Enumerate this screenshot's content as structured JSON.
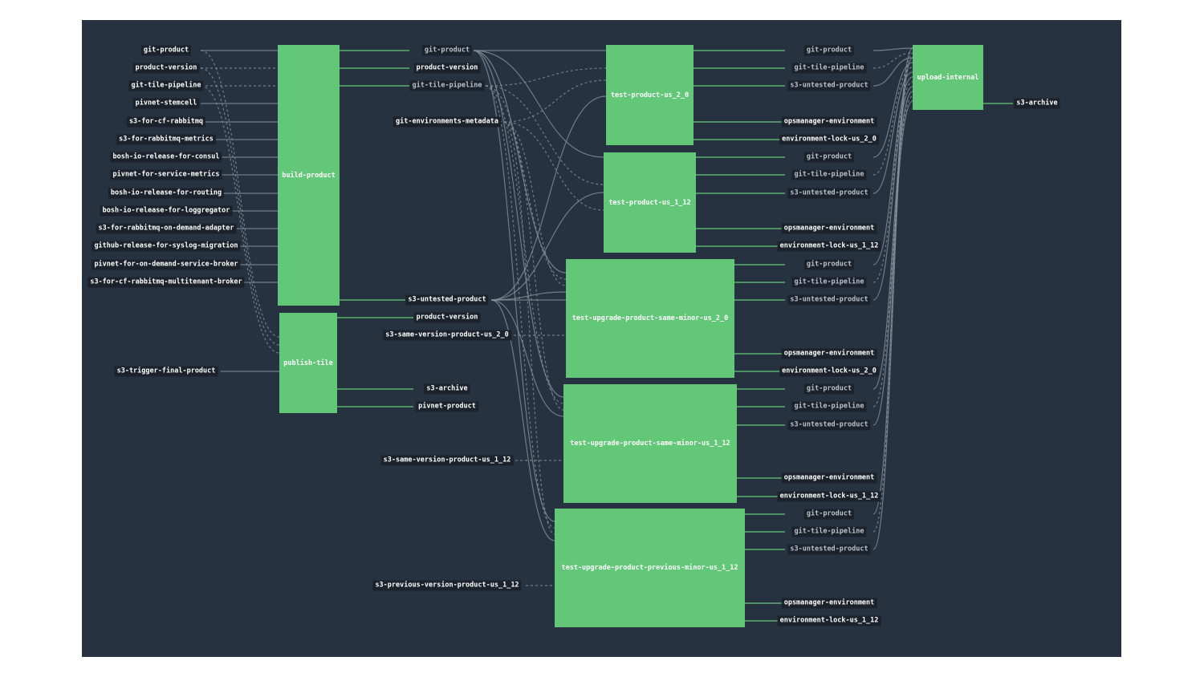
{
  "jobs": {
    "build_product": "build-product",
    "publish_tile": "publish-tile",
    "test_us_2_0": "test-product-us_2_0",
    "test_us_1_12": "test-product-us_1_12",
    "upgrade_same_2_0": "test-upgrade-product-same-minor-us_2_0",
    "upgrade_same_1_12": "test-upgrade-product-same-minor-us_1_12",
    "upgrade_prev_1_12": "test-upgrade-product-previous-minor-us_1_12",
    "upload_internal": "upload-internal"
  },
  "resources": [
    {
      "id": "r0",
      "text": "git-product",
      "style": "in"
    },
    {
      "id": "r1",
      "text": "product-version",
      "style": "in"
    },
    {
      "id": "r2",
      "text": "git-tile-pipeline",
      "style": "in"
    },
    {
      "id": "r3",
      "text": "pivnet-stemcell",
      "style": "in"
    },
    {
      "id": "r4",
      "text": "s3-for-cf-rabbitmq",
      "style": "in"
    },
    {
      "id": "r5",
      "text": "s3-for-rabbitmq-metrics",
      "style": "in"
    },
    {
      "id": "r6",
      "text": "bosh-io-release-for-consul",
      "style": "in"
    },
    {
      "id": "r7",
      "text": "pivnet-for-service-metrics",
      "style": "in"
    },
    {
      "id": "r8",
      "text": "bosh-io-release-for-routing",
      "style": "in"
    },
    {
      "id": "r9",
      "text": "bosh-io-release-for-loggregator",
      "style": "in"
    },
    {
      "id": "r10",
      "text": "s3-for-rabbitmq-on-demand-adapter",
      "style": "in"
    },
    {
      "id": "r11",
      "text": "github-release-for-syslog-migration",
      "style": "in"
    },
    {
      "id": "r12",
      "text": "pivnet-for-on-demand-service-broker",
      "style": "in"
    },
    {
      "id": "r13",
      "text": "s3-for-cf-rabbitmq-multitenant-broker",
      "style": "in"
    },
    {
      "id": "r14",
      "text": "s3-trigger-final-product",
      "style": "in"
    },
    {
      "id": "r15",
      "text": "git-product",
      "style": "dim"
    },
    {
      "id": "r16",
      "text": "product-version",
      "style": "in"
    },
    {
      "id": "r17",
      "text": "git-tile-pipeline",
      "style": "dim"
    },
    {
      "id": "r18",
      "text": "git-environments-metadata",
      "style": "in"
    },
    {
      "id": "r19",
      "text": "s3-untested-product",
      "style": "in"
    },
    {
      "id": "r20",
      "text": "product-version",
      "style": "in"
    },
    {
      "id": "r21",
      "text": "s3-same-version-product-us_2_0",
      "style": "in"
    },
    {
      "id": "r22",
      "text": "s3-archive",
      "style": "in"
    },
    {
      "id": "r23",
      "text": "pivnet-product",
      "style": "in"
    },
    {
      "id": "r24",
      "text": "s3-same-version-product-us_1_12",
      "style": "in"
    },
    {
      "id": "r25",
      "text": "s3-previous-version-product-us_1_12",
      "style": "in"
    },
    {
      "id": "r26",
      "text": "git-product",
      "style": "dim"
    },
    {
      "id": "r27",
      "text": "git-tile-pipeline",
      "style": "dim"
    },
    {
      "id": "r28",
      "text": "s3-untested-product",
      "style": "dim"
    },
    {
      "id": "r29",
      "text": "opsmanager-environment",
      "style": "in"
    },
    {
      "id": "r30",
      "text": "environment-lock-us_2_0",
      "style": "in"
    },
    {
      "id": "r31",
      "text": "git-product",
      "style": "dim"
    },
    {
      "id": "r32",
      "text": "git-tile-pipeline",
      "style": "dim"
    },
    {
      "id": "r33",
      "text": "s3-untested-product",
      "style": "dim"
    },
    {
      "id": "r34",
      "text": "opsmanager-environment",
      "style": "in"
    },
    {
      "id": "r35",
      "text": "environment-lock-us_1_12",
      "style": "in"
    },
    {
      "id": "r36",
      "text": "git-product",
      "style": "dim"
    },
    {
      "id": "r37",
      "text": "git-tile-pipeline",
      "style": "dim"
    },
    {
      "id": "r38",
      "text": "s3-untested-product",
      "style": "dim"
    },
    {
      "id": "r39",
      "text": "opsmanager-environment",
      "style": "in"
    },
    {
      "id": "r40",
      "text": "environment-lock-us_2_0",
      "style": "in"
    },
    {
      "id": "r41",
      "text": "git-product",
      "style": "dim"
    },
    {
      "id": "r42",
      "text": "git-tile-pipeline",
      "style": "dim"
    },
    {
      "id": "r43",
      "text": "s3-untested-product",
      "style": "dim"
    },
    {
      "id": "r44",
      "text": "opsmanager-environment",
      "style": "in"
    },
    {
      "id": "r45",
      "text": "environment-lock-us_1_12",
      "style": "in"
    },
    {
      "id": "r46",
      "text": "git-product",
      "style": "dim"
    },
    {
      "id": "r47",
      "text": "git-tile-pipeline",
      "style": "dim"
    },
    {
      "id": "r48",
      "text": "s3-untested-product",
      "style": "dim"
    },
    {
      "id": "r49",
      "text": "opsmanager-environment",
      "style": "in"
    },
    {
      "id": "r50",
      "text": "environment-lock-us_1_12",
      "style": "in"
    },
    {
      "id": "r51",
      "text": "s3-archive",
      "style": "in"
    }
  ],
  "colors": {
    "background": "#273240",
    "job": "#62c878",
    "label_bg": "#1b222c",
    "wire_input": "#8a949f",
    "wire_output": "#62c878"
  }
}
